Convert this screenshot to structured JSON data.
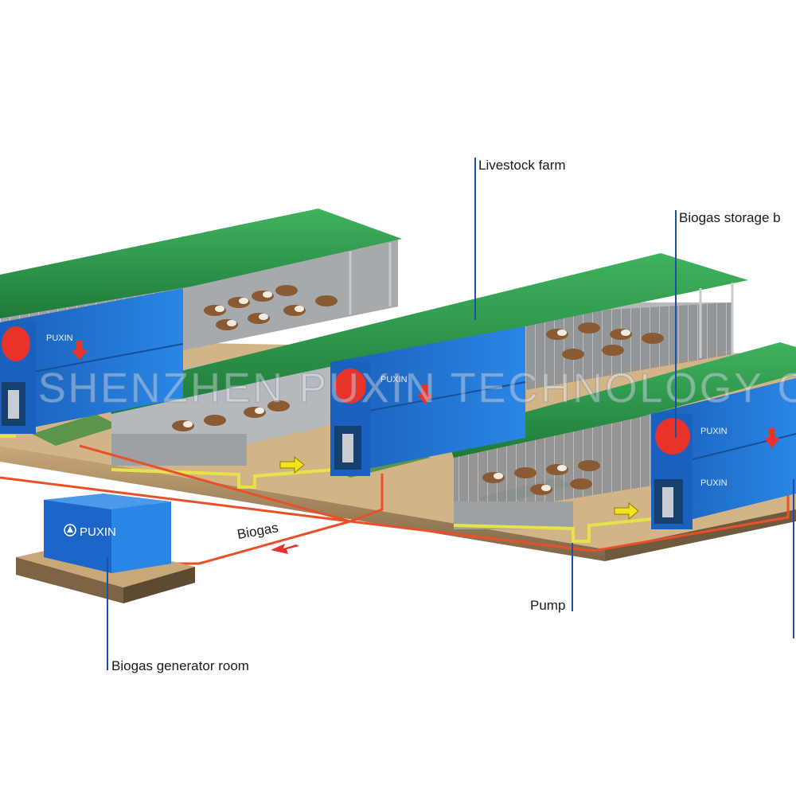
{
  "labels": {
    "livestock_farm": "Livestock farm",
    "biogas_storage": "Biogas storage b",
    "biogas_flow": "Biogas",
    "pump": "Pump",
    "generator_room": "Biogas generator room"
  },
  "brand": {
    "container_logo": "PUXIN",
    "watermark": "SHENZHEN PUXIN TECHNOLOGY CO"
  },
  "colors": {
    "roof": "#2e9a4e",
    "container": "#1f6fd0",
    "biogas_pipe": "#e8502a",
    "slurry_pipe": "#e6e34a",
    "leader_line": "#1f4fa3",
    "storage_bag": "#e8322a"
  }
}
